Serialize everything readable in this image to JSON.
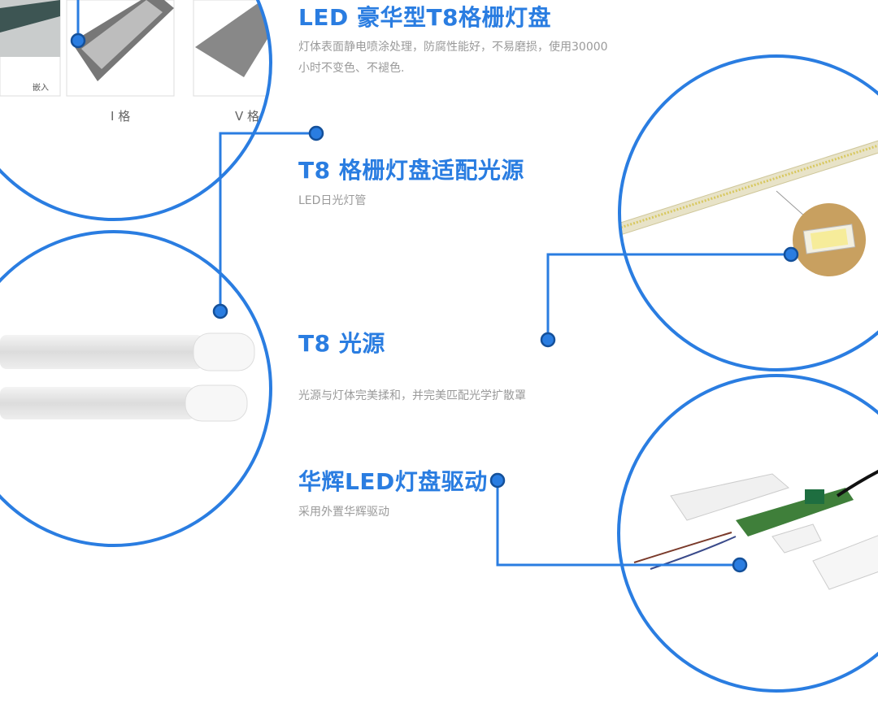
{
  "accent_color": "#2a7de1",
  "sections": [
    {
      "title": "LED 豪华型T8格栅灯盘",
      "desc": "灯体表面静电喷涂处理，防腐性能好，不易磨损，使用30000小时不变色、不褪色."
    },
    {
      "title": "T8 格栅灯盘适配光源",
      "desc": "LED日光灯管"
    },
    {
      "title": "T8 光源",
      "desc": "光源与灯体完美揉和，并完美匹配光学扩散罩"
    },
    {
      "title": "华辉LED灯盘驱动",
      "desc": "采用外置华辉驱动"
    }
  ],
  "grille_panel": {
    "labels": [
      "嵌入",
      "I 格",
      "V 格"
    ]
  }
}
